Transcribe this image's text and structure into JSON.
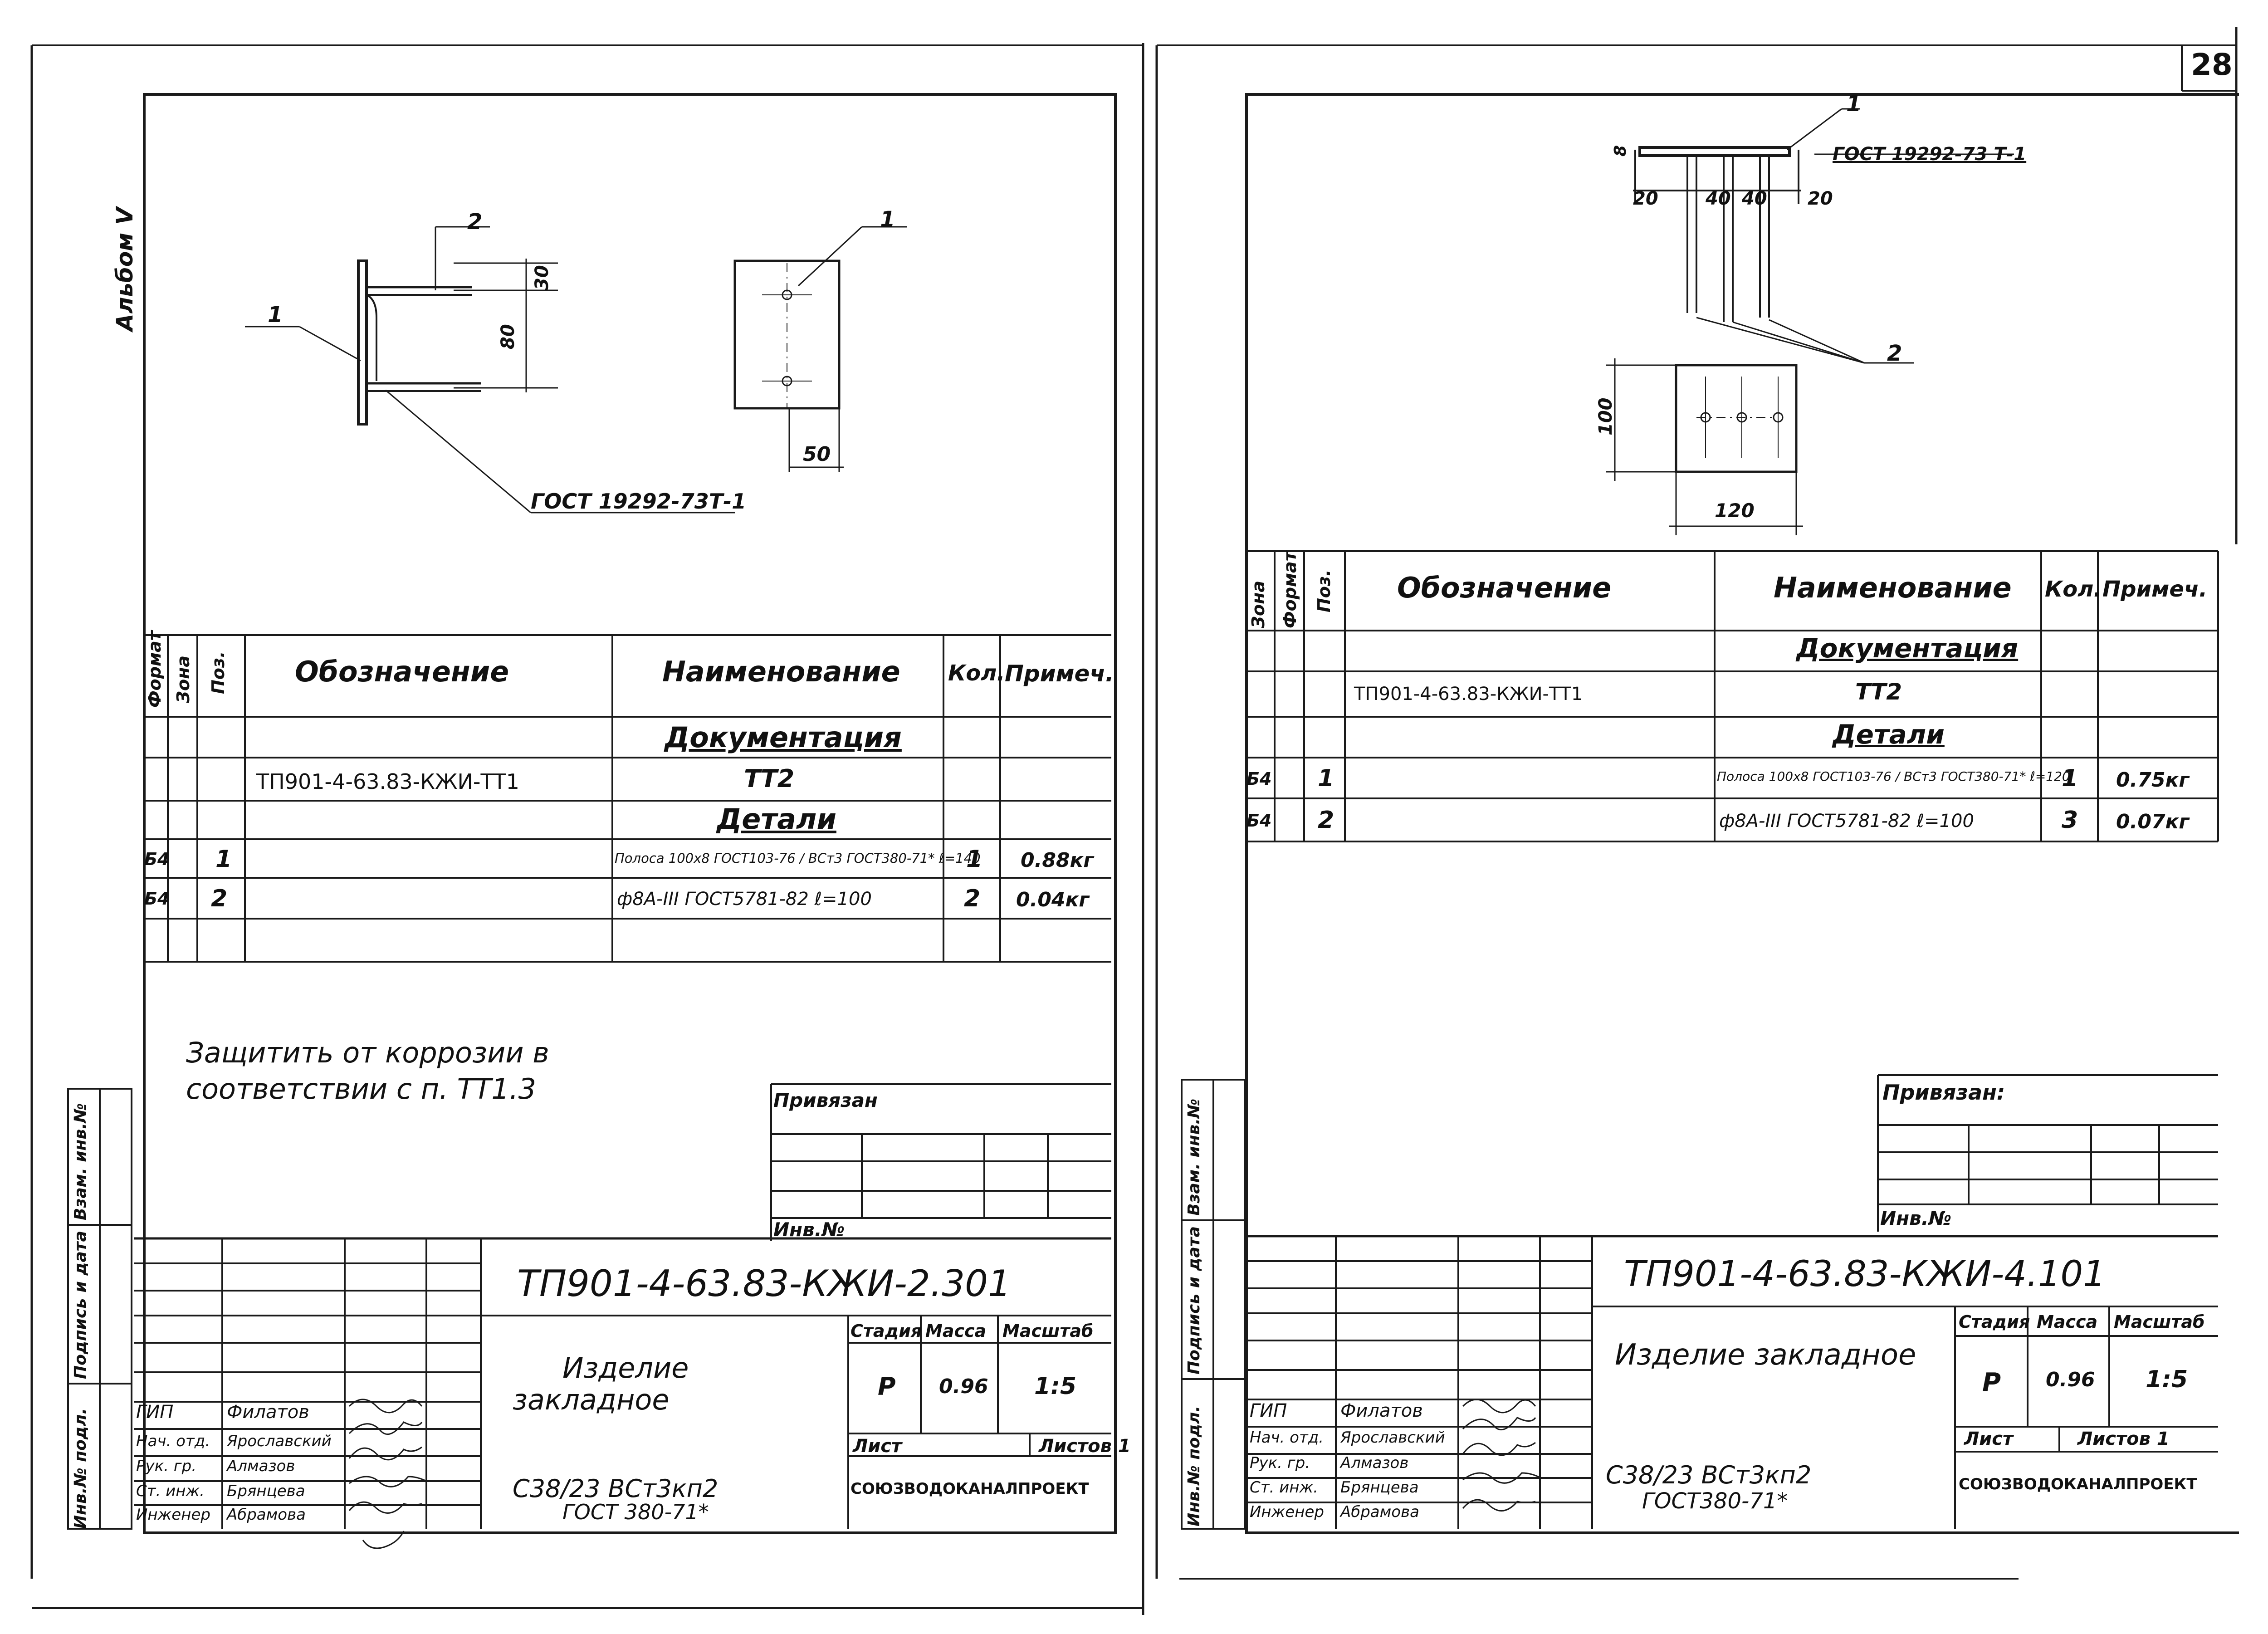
{
  "album": "Альбом V",
  "page_number": "28",
  "left": {
    "drawing": {
      "pos1": "1",
      "pos2": "2",
      "dim_30": "30",
      "dim_80": "80",
      "dim_50": "50",
      "gost_note": "ГОСТ 19292-73Т-1"
    },
    "table": {
      "headers": [
        "Формат",
        "Зона",
        "Поз.",
        "Обозначение",
        "Наименование",
        "Кол.",
        "Примеч."
      ],
      "doc_section": "Документация",
      "doc_code": "ТП901-4-63.83-КЖИ-ТТ1",
      "doc_name": "ТТ2",
      "parts_section": "Детали",
      "rows": [
        {
          "format": "Б4",
          "pos": "1",
          "name": "Полоса 100х8 ГОСТ103-76 / ВСт3 ГОСТ380-71* ℓ=140",
          "qty": "1",
          "note": "0.88кг"
        },
        {
          "format": "Б4",
          "pos": "2",
          "name": "ф8А-III ГОСТ5781-82 ℓ=100",
          "qty": "2",
          "note": "0.04кг"
        }
      ]
    },
    "protect_note_1": "Защитить от коррозии в",
    "protect_note_2": "соответствии с п. ТТ1.3",
    "privyazan": "Привязан",
    "inv_no": "Инв.№",
    "title_code": "ТП901-4-63.83-КЖИ-2.301",
    "product_name_1": "Изделие",
    "product_name_2": "закладное",
    "material_1": "С38/23 ВСт3кп2",
    "material_2": "ГОСТ 380-71*",
    "stage_label": "Стадия",
    "mass_label": "Масса",
    "scale_label": "Масштаб",
    "stage": "Р",
    "mass": "0.96",
    "scale": "1:5",
    "sheet_label": "Лист",
    "sheets_label": "Листов 1",
    "org": "СОЮЗВОДОКАНАЛПРОЕКТ",
    "staff": [
      {
        "role": "ГИП",
        "name": "Филатов"
      },
      {
        "role": "Нач. отд.",
        "name": "Ярославский"
      },
      {
        "role": "Рук. гр.",
        "name": "Алмазов"
      },
      {
        "role": "Ст. инж.",
        "name": "Брянцева"
      },
      {
        "role": "Инженер",
        "name": "Абрамова"
      }
    ],
    "side_labels": [
      "Инв.№ подл.",
      "Подпись и дата",
      "Взам. инв.№"
    ]
  },
  "right": {
    "drawing": {
      "pos1": "1",
      "pos2": "2",
      "gost_note": "ГОСТ 19292-73 Т-1",
      "dim_8": "8",
      "dim_20a": "20",
      "dim_40a": "40",
      "dim_40b": "40",
      "dim_20b": "20",
      "dim_100": "100",
      "dim_120": "120"
    },
    "table": {
      "headers": [
        "Зона",
        "Формат",
        "Поз.",
        "Обозначение",
        "Наименование",
        "Кол.",
        "Примеч."
      ],
      "doc_section": "Документация",
      "doc_code": "ТП901-4-63.83-КЖИ-ТТ1",
      "doc_name": "ТТ2",
      "parts_section": "Детали",
      "rows": [
        {
          "format": "Б4",
          "pos": "1",
          "name": "Полоса 100х8 ГОСТ103-76 / ВСт3 ГОСТ380-71* ℓ=120",
          "qty": "1",
          "note": "0.75кг"
        },
        {
          "format": "Б4",
          "pos": "2",
          "name": "ф8А-III ГОСТ5781-82 ℓ=100",
          "qty": "3",
          "note": "0.07кг"
        }
      ]
    },
    "privyazan": "Привязан:",
    "inv_no": "Инв.№",
    "title_code": "ТП901-4-63.83-КЖИ-4.101",
    "product_name": "Изделие закладное",
    "material_1": "С38/23 ВСт3кп2",
    "material_2": "ГОСТ380-71*",
    "stage_label": "Стадия",
    "mass_label": "Масса",
    "scale_label": "Масштаб",
    "stage": "Р",
    "mass": "0.96",
    "scale": "1:5",
    "sheet_label": "Лист",
    "sheets_label": "Листов 1",
    "org": "СОЮЗВОДОКАНАЛПРОЕКТ",
    "staff": [
      {
        "role": "ГИП",
        "name": "Филатов"
      },
      {
        "role": "Нач. отд.",
        "name": "Ярославский"
      },
      {
        "role": "Рук. гр.",
        "name": "Алмазов"
      },
      {
        "role": "Ст. инж.",
        "name": "Брянцева"
      },
      {
        "role": "Инженер",
        "name": "Абрамова"
      }
    ],
    "side_labels": [
      "Инв.№ подл.",
      "Подпись и дата",
      "Взам. инв.№"
    ]
  }
}
